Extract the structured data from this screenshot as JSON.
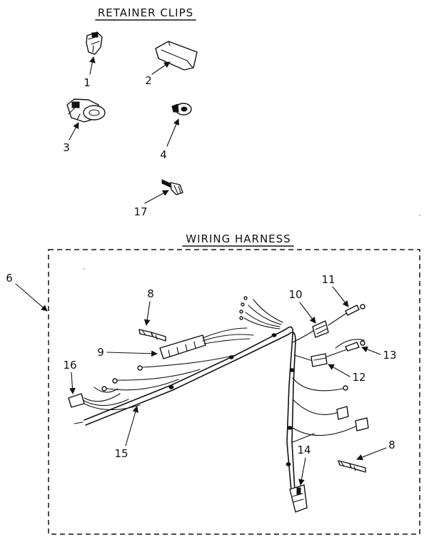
{
  "sections": {
    "retainer_clips": "RETAINER CLIPS",
    "wiring_harness": "WIRING HARNESS"
  },
  "callouts": {
    "c1": "1",
    "c2": "2",
    "c3": "3",
    "c4": "4",
    "c6": "6",
    "c8a": "8",
    "c8b": "8",
    "c9": "9",
    "c10": "10",
    "c11": "11",
    "c12": "12",
    "c13": "13",
    "c14": "14",
    "c15": "15",
    "c16": "16",
    "c17": "17"
  },
  "colors": {
    "ink": "#111111",
    "paper": "#ffffff"
  }
}
